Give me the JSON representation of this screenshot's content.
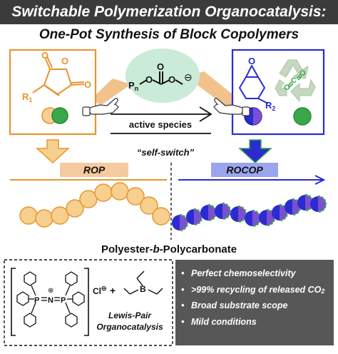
{
  "header": {
    "banner_title": "Switchable Polymerization Organocatalysis:",
    "subtitle": "One-Pot Synthesis of Block Copolymers"
  },
  "scheme": {
    "anhydride_substituent": "R",
    "anhydride_substituent_index": "1",
    "epoxide_substituent": "R",
    "epoxide_substituent_index": "2",
    "chain_end_label": "P",
    "chain_end_index": "n",
    "carbonate_charge": "⊖",
    "active_species_label": "active species",
    "self_switch_label": "“self-switch”",
    "rop_label": "ROP",
    "rocop_label": "ROCOP",
    "product_label_pre": "Polyester-",
    "product_label_italic": "b",
    "product_label_post": "-Polycarbonate"
  },
  "catalyst": {
    "counter_ion": "Cl",
    "counter_ion_charge": "⊖",
    "cation_charge": "⊕",
    "nitrogen": "N",
    "phosphorus": "P",
    "boron": "B",
    "plus": "+",
    "caption_line1": "Lewis-Pair",
    "caption_line2": "Organocatalysis"
  },
  "features": {
    "bullet": "•",
    "items": [
      "Perfect chemoselectivity",
      ">99% recycling of released CO",
      "Broad substrate scope",
      "Mild conditions"
    ],
    "co2_subscript": "2"
  },
  "colors": {
    "orange": "#e8952e",
    "orange_fill": "#f7cf8f",
    "green": "#3aa84a",
    "blue": "#2b2bd1",
    "purple": "#7b4fd0",
    "tan": "#f2c28c",
    "mint": "#c9ebd8",
    "rop_label_bg": "#f6caa0",
    "rocop_label_bg": "#9aa6ec",
    "panel": "#575757",
    "banner": "#3b3b3b",
    "recycle": "#b9cfb4"
  },
  "icons": [
    "pointing-hand-left-icon",
    "pointing-hand-right-icon",
    "recycle-icon",
    "down-arrow-icon"
  ]
}
